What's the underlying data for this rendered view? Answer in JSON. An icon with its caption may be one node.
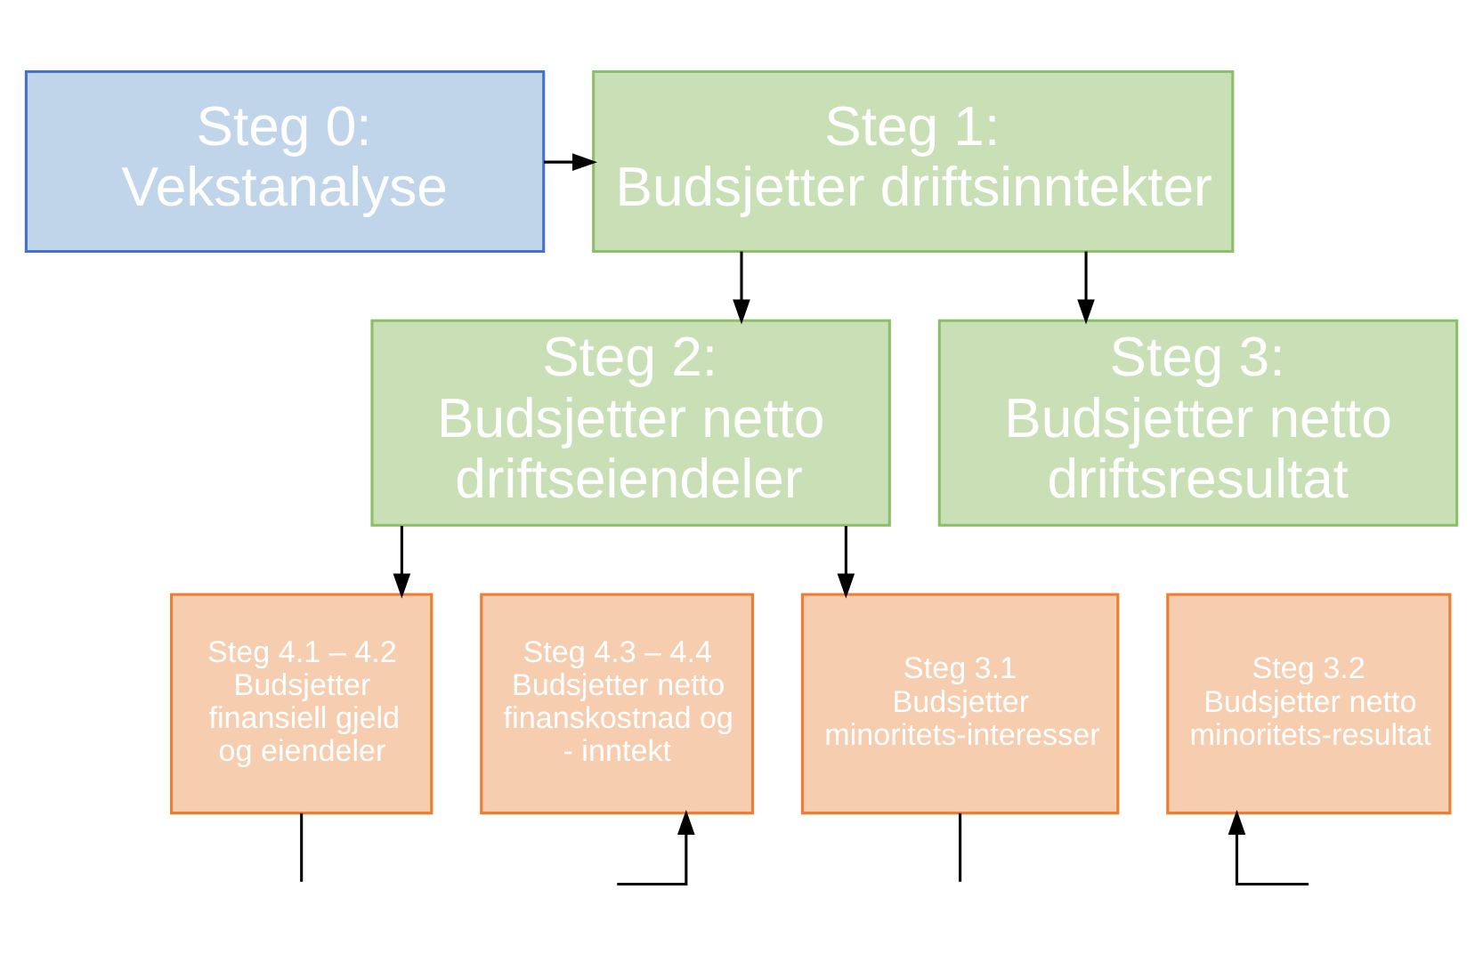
{
  "diagram": {
    "nodes": [
      {
        "text": [
          "Steg 0:",
          "Vekstanalyse"
        ]
      },
      {
        "text": [
          "Steg 1:",
          "Budsjetter driftsinntekter"
        ]
      },
      {
        "text": [
          "Steg 2:",
          "Budsjetter netto driftseiendeler"
        ]
      },
      {
        "text": [
          "Steg 3:",
          "Budsjetter netto driftsresultat"
        ]
      },
      {
        "text": [
          "Steg 4.1 – 4.2",
          "Budsjetter finansiell gjeld og eiendeler"
        ]
      },
      {
        "text": [
          "Steg 4.3 – 4.4",
          "Budsjetter netto finanskostnad og - inntekt"
        ]
      },
      {
        "text": [
          "Steg 3.1",
          "Budsjetter minoritets-interesser"
        ]
      },
      {
        "text": [
          "Steg 3.2",
          "Budsjetter netto minoritets-resultat"
        ]
      }
    ],
    "edges": [
      {
        "from": 0,
        "to": 1,
        "arrow": "to"
      },
      {
        "from": 1,
        "to": 2,
        "arrow": "to"
      },
      {
        "from": 1,
        "to": 3,
        "arrow": "to"
      },
      {
        "from": 2,
        "to": 4,
        "arrow": "to"
      },
      {
        "from": 2,
        "to": 6,
        "arrow": "to"
      },
      {
        "from": 4,
        "to": null,
        "arrow": "none"
      },
      {
        "from": null,
        "to": 5,
        "arrow": "to"
      },
      {
        "from": 6,
        "to": null,
        "arrow": "none"
      },
      {
        "from": null,
        "to": 7,
        "arrow": "to"
      }
    ]
  }
}
